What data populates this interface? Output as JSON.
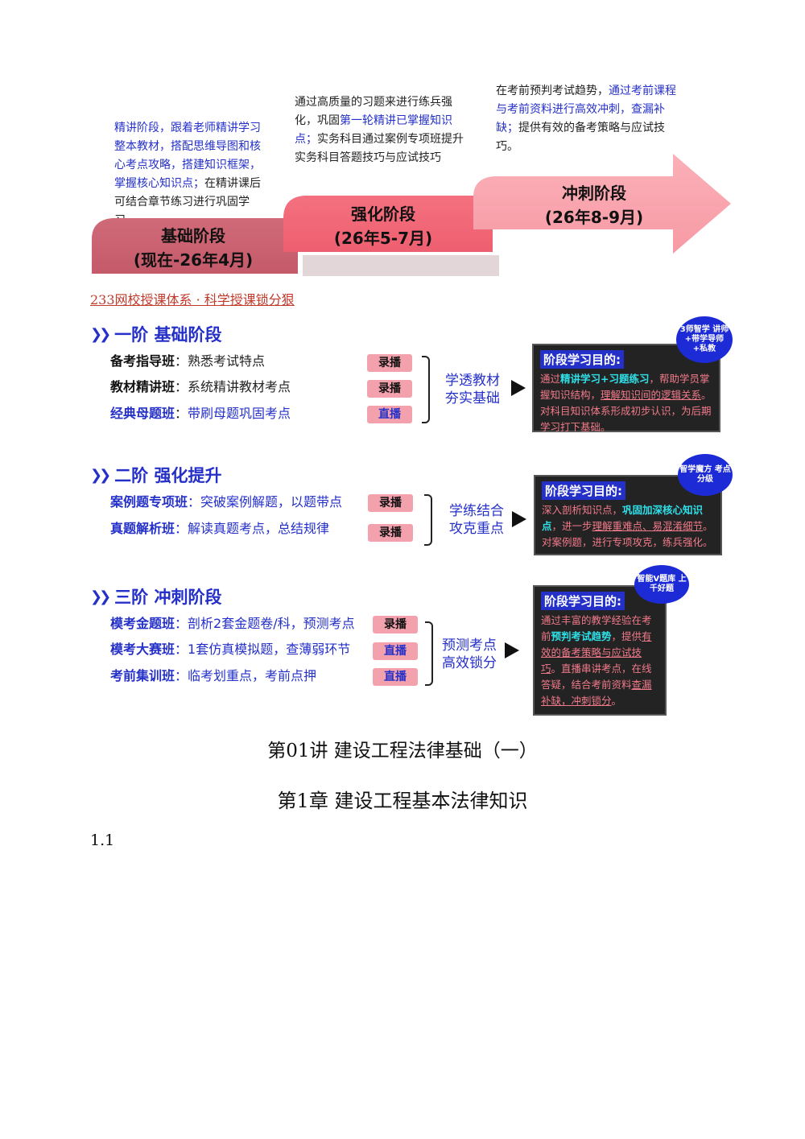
{
  "stages": {
    "stage1": {
      "title": "基础阶段",
      "period": "(现在-26年4月)",
      "desc_a": "精讲阶段，跟着老师精讲学习整本教材，搭配思维导图和核心考点攻略，搭建知识框架，掌握核心知识点；",
      "desc_b": "在精讲课后可结合章节练习进行巩固学习。"
    },
    "stage2": {
      "title": "强化阶段",
      "period": "(26年5-7月)",
      "desc_a": "通过高质量的习题来进行练兵强化，",
      "desc_b": "巩固",
      "desc_c": "第一轮精讲已掌握知识点；",
      "desc_d": "实务科目通过案例专项班提升实务科目答题技巧与应试技巧"
    },
    "stage3": {
      "title": "冲刺阶段",
      "period": "(26年8-9月)",
      "desc_a": "在考前预判考试趋势，",
      "desc_b": "通过考前课程与考前资料进行高效冲刺，查漏补缺；",
      "desc_c": "提供有效的备考策略与应试技巧。"
    }
  },
  "link_text": "233网校授课体系 · 科学授课锁分狠",
  "sections": [
    {
      "title": "一阶  基础阶段",
      "courses": [
        {
          "name": "备考指导班",
          "desc": "熟悉考试特点",
          "tag": "录播"
        },
        {
          "name": "教材精讲班",
          "desc": "系统精讲教材考点",
          "tag": "录播"
        },
        {
          "name": "经典母题班",
          "desc": "带刷母题巩固考点",
          "tag": "直播"
        }
      ],
      "goal_line1": "学透教材",
      "goal_line2": "夯实基础",
      "panel_title": "阶段学习目的:",
      "panel_p1": "通过",
      "panel_p2": "精讲学习+习题练习",
      "panel_p3": "，帮助学员掌握知识结构，",
      "panel_p4": "理解知识间的逻辑关系",
      "panel_p5": "。对科目知识体系形成初步认识，为后期学习打下基础。",
      "badge": "3师智学 讲师+带学导师 +私教"
    },
    {
      "title": "二阶  强化提升",
      "courses": [
        {
          "name": "案例题专项班",
          "desc": "突破案例解题，以题带点",
          "tag": "录播"
        },
        {
          "name": "真题解析班",
          "desc": "解读真题考点，总结规律",
          "tag": "录播"
        }
      ],
      "goal_line1": "学练结合",
      "goal_line2": "攻克重点",
      "panel_title": "阶段学习目的:",
      "panel_p1": "深入剖析知识点，",
      "panel_p2": "巩固加深核心知识点",
      "panel_p3": "，进一步",
      "panel_p4": "理解重难点、易混淆细节",
      "panel_p5": "。对案例题，进行专项攻克，练兵强化。",
      "badge": "智学魔方 考点分级"
    },
    {
      "title": "三阶  冲刺阶段",
      "courses": [
        {
          "name": "模考金题班",
          "desc": "剖析2套金题卷/科，预测考点",
          "tag": "录播"
        },
        {
          "name": "模考大赛班",
          "desc": "1套仿真模拟题，查薄弱环节",
          "tag": "直播"
        },
        {
          "name": "考前集训班",
          "desc": "临考划重点，考前点押",
          "tag": "直播"
        }
      ],
      "goal_line1": "预测考点",
      "goal_line2": "高效锁分",
      "panel_title": "阶段学习目的:",
      "panel_p1": "通过丰富的教学经验在考前",
      "panel_p2": "预判考试趋势",
      "panel_p3": "，提供",
      "panel_p4": "有效的备考策略与应试技巧",
      "panel_p5": "。直播串讲考点，在线答疑，结合考前资料",
      "panel_p6": "查漏补缺，冲刺锁分",
      "panel_p7": "。",
      "badge": "智能V题库 上千好题"
    }
  ],
  "lecture_title": "第01讲  建设工程法律基础（一）",
  "chapter_title": "第1章  建设工程基本法律知识",
  "section_number": "1.1"
}
